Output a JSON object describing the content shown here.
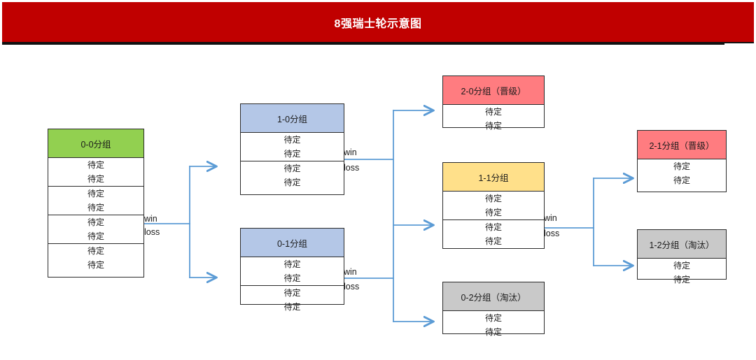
{
  "page": {
    "title": "8强瑞士轮示意图",
    "banner_color": "#C00000",
    "banner_text_color": "#FFFFFF",
    "background": "#FFFFFF",
    "connector_color": "#5B9BD5"
  },
  "slot_placeholder": "待定",
  "groups": [
    {
      "id": "g-0-0",
      "name": "0-0分组",
      "header_color": "#92D050",
      "pairs": [
        [
          "待定",
          "待定"
        ],
        [
          "待定",
          "待定"
        ],
        [
          "待定",
          "待定"
        ],
        [
          "待定",
          "待定"
        ]
      ]
    },
    {
      "id": "g-1-0",
      "name": "1-0分组",
      "header_color": "#B4C7E7",
      "pairs": [
        [
          "待定",
          "待定"
        ],
        [
          "待定",
          "待定"
        ]
      ]
    },
    {
      "id": "g-0-1",
      "name": "0-1分组",
      "header_color": "#B4C7E7",
      "pairs": [
        [
          "待定",
          "待定"
        ],
        [
          "待定",
          "待定"
        ]
      ]
    },
    {
      "id": "g-2-0",
      "name": "2-0分组（晋级）",
      "header_color": "#FF7C80",
      "pairs": [
        [
          "待定",
          "待定"
        ]
      ]
    },
    {
      "id": "g-1-1",
      "name": "1-1分组",
      "header_color": "#FFE08A",
      "pairs": [
        [
          "待定",
          "待定"
        ],
        [
          "待定",
          "待定"
        ]
      ]
    },
    {
      "id": "g-0-2",
      "name": "0-2分组（淘汰）",
      "header_color": "#C9C9C9",
      "pairs": [
        [
          "待定",
          "待定"
        ]
      ]
    },
    {
      "id": "g-2-1",
      "name": "2-1分组（晋级）",
      "header_color": "#FF7C80",
      "pairs": [
        [
          "待定",
          "待定"
        ]
      ]
    },
    {
      "id": "g-1-2",
      "name": "1-2分组（淘汰）",
      "header_color": "#C9C9C9",
      "pairs": [
        [
          "待定",
          "待定"
        ]
      ]
    }
  ],
  "edge_labels": {
    "r1_win": "win",
    "r1_loss": "loss",
    "r2a_win": "win",
    "r2a_loss": "loss",
    "r2b_win": "win",
    "r2b_loss": "loss",
    "r3_win": "win",
    "r3_loss": "loss"
  }
}
